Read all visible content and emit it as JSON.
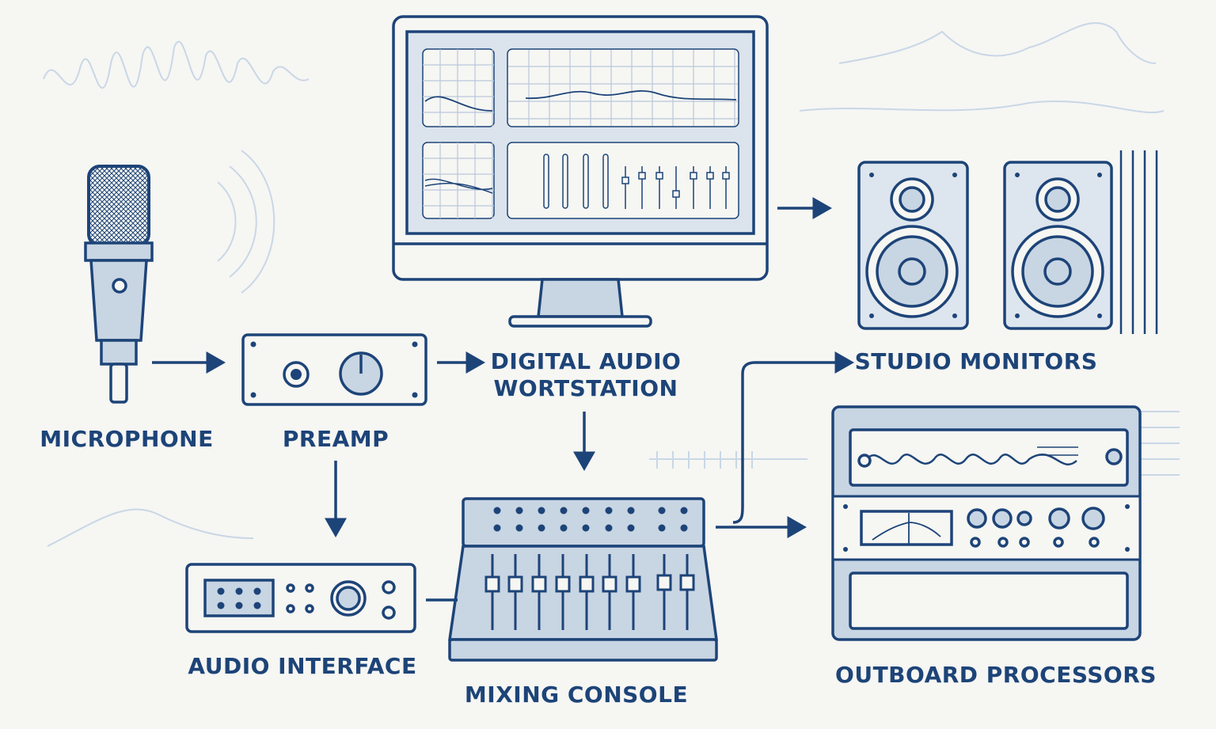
{
  "colors": {
    "primary": "#1d4478",
    "fill": "#c8d5e3",
    "background": "#f6f6f3"
  },
  "labels": {
    "microphone": "MICROPHONE",
    "preamp": "PREAMP",
    "daw_line1": "DIGITAL AUDIO",
    "daw_line2": "WORTSTATION",
    "studio_monitors": "STUDIO MONITORS",
    "audio_interface": "AUDIO INTERFACE",
    "mixing_console": "MIXING CONSOLE",
    "outboard_processors": "OUTBOARD PROCESSORS"
  },
  "flow": [
    [
      "Microphone",
      "Preamp"
    ],
    [
      "Preamp",
      "Digital Audio Wortstation"
    ],
    [
      "Preamp",
      "Audio Interface"
    ],
    [
      "Digital Audio Wortstation",
      "Studio Monitors"
    ],
    [
      "Digital Audio Wortstation",
      "Mixing Console"
    ],
    [
      "Audio Interface",
      "Mixing Console"
    ],
    [
      "Mixing Console",
      "Studio Monitors"
    ],
    [
      "Mixing Console",
      "Outboard Processors"
    ]
  ]
}
